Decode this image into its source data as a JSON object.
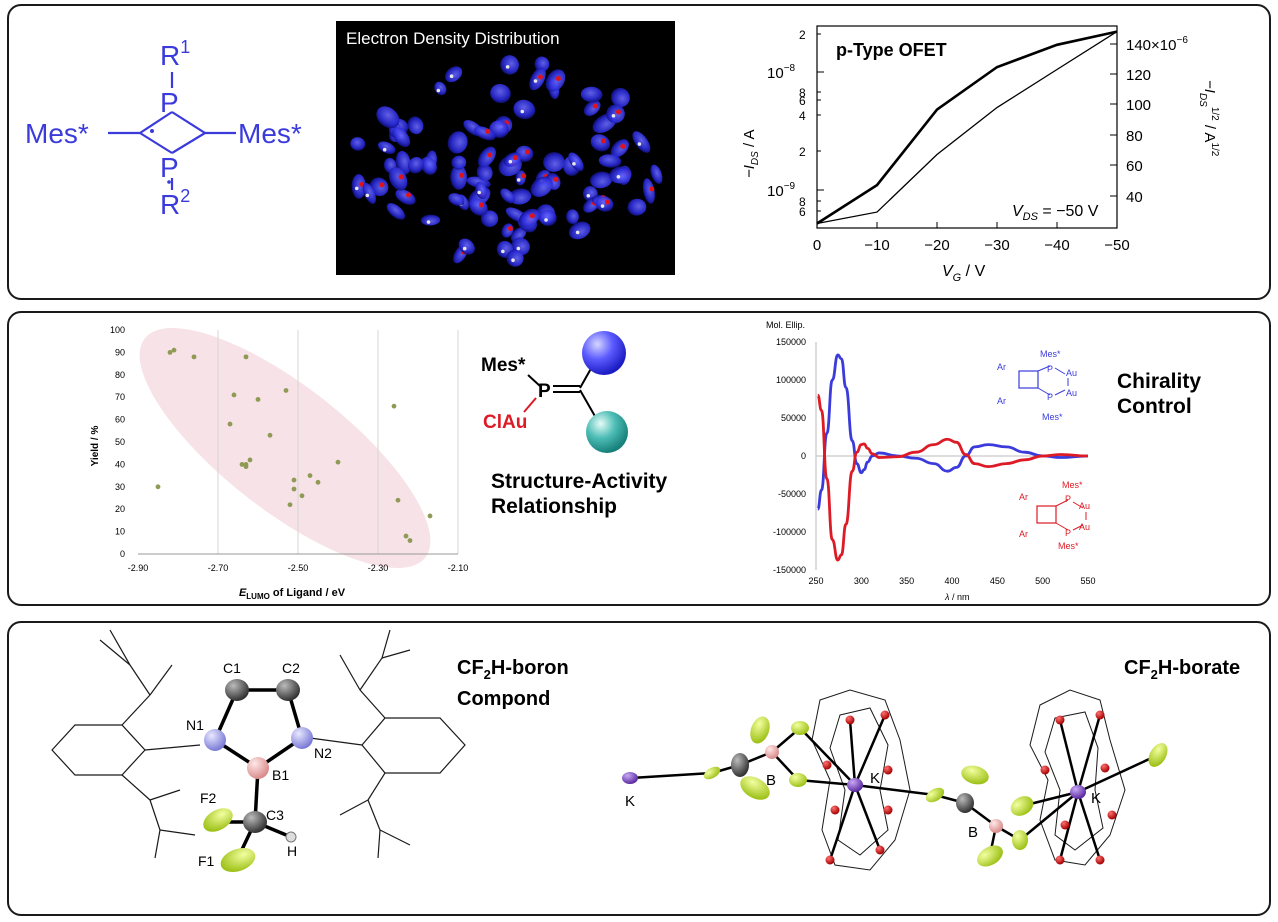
{
  "panel1": {
    "phosphorus": {
      "R1": "R",
      "R1sup": "1",
      "R2": "R",
      "R2sup": "2",
      "P": "P",
      "mes_left": "Mes*",
      "mes_right": "Mes*"
    },
    "edd_title": "Electron Density Distribution",
    "ofet": {
      "title": "p-Type OFET",
      "vds_label": "V",
      "vds_sub": "DS",
      "vds_value": " = −50 V",
      "x_ticks": [
        "0",
        "−10",
        "−20",
        "−30",
        "−40",
        "−50"
      ],
      "xlabel_main": "V",
      "xlabel_sub": "G",
      "xlabel_unit": " / V",
      "y_left_major": [
        "10",
        "10"
      ],
      "y_left_exps": [
        "−8",
        "−9"
      ],
      "y_left_minor": [
        "2",
        "8",
        "6",
        "4",
        "2",
        "8",
        "6"
      ],
      "y_left_label_pre": "−I",
      "y_left_label_sub": "DS",
      "y_left_label_unit": " / A",
      "y_right_ticks": [
        "140×10",
        "120",
        "100",
        "80",
        "60",
        "40"
      ],
      "y_right_exp": "−6",
      "y_right_label": "−I",
      "y_right_sub": "DS",
      "y_right_sup": "1/2",
      "y_right_unit": " / A",
      "y_right_unit_sup": "1/2"
    }
  },
  "chart_data": [
    {
      "type": "line",
      "title": "p-Type OFET",
      "xlabel": "VG / V",
      "ylabel": "−IDS / A",
      "y2label": "−IDS^1/2 / A^1/2",
      "xlim": [
        0,
        -50
      ],
      "series": [
        {
          "values_x": [
            0,
            -10,
            -20,
            -30,
            -40,
            -50
          ],
          "values_y": [
            5.2e-10,
            1.1e-09,
            4.8e-09,
            1.1e-08,
            1.7e-08,
            2.2e-08
          ]
        },
        {
          "values_x": [
            0,
            -10,
            -20,
            -30,
            -40,
            -50
          ],
          "values_y": [
            5.2e-10,
            6.5e-10,
            2e-09,
            5e-09,
            1.05e-08,
            2.2e-08
          ]
        }
      ]
    },
    {
      "type": "scatter",
      "xlabel": "ELUMO of Ligand / eV",
      "ylabel": "Yield / %",
      "xlim": [
        -2.9,
        -2.1
      ],
      "ylim": [
        0,
        100
      ],
      "x_ticks": [
        "-2.90",
        "-2.70",
        "-2.50",
        "-2.30",
        "-2.10"
      ],
      "y_ticks": [
        "100",
        "90",
        "80",
        "70",
        "60",
        "50",
        "40",
        "30",
        "20",
        "10",
        "0"
      ],
      "points": [
        [
          -2.82,
          90
        ],
        [
          -2.81,
          91
        ],
        [
          -2.76,
          88
        ],
        [
          -2.63,
          88
        ],
        [
          -2.85,
          30
        ],
        [
          -2.66,
          71
        ],
        [
          -2.6,
          69
        ],
        [
          -2.53,
          73
        ],
        [
          -2.67,
          58
        ],
        [
          -2.57,
          53
        ],
        [
          -2.64,
          40
        ],
        [
          -2.63,
          39
        ],
        [
          -2.62,
          42
        ],
        [
          -2.63,
          40
        ],
        [
          -2.51,
          33
        ],
        [
          -2.51,
          29
        ],
        [
          -2.49,
          26
        ],
        [
          -2.47,
          35
        ],
        [
          -2.45,
          32
        ],
        [
          -2.4,
          41
        ],
        [
          -2.52,
          22
        ],
        [
          -2.26,
          66
        ],
        [
          -2.25,
          24
        ],
        [
          -2.23,
          8
        ],
        [
          -2.22,
          6
        ],
        [
          -2.17,
          17
        ]
      ]
    },
    {
      "type": "line",
      "title": "Mol. Ellip.",
      "xlabel": "λ / nm",
      "xlim": [
        250,
        550
      ],
      "ylim": [
        -150000,
        150000
      ],
      "x_ticks": [
        "250",
        "300",
        "350",
        "400",
        "450",
        "500",
        "550"
      ],
      "y_ticks": [
        "150000",
        "100000",
        "50000",
        "0",
        "-50000",
        "-100000",
        "-150000"
      ],
      "series": [
        {
          "color": "#3b3bdc",
          "x": [
            252,
            256,
            262,
            268,
            274,
            278,
            283,
            290,
            295,
            300,
            303,
            307,
            312,
            320,
            340,
            360,
            380,
            395,
            405,
            415,
            425,
            440,
            460,
            480,
            500,
            520,
            550
          ],
          "y": [
            -70000,
            -45000,
            30000,
            100000,
            133000,
            128000,
            90000,
            20000,
            -10000,
            -22000,
            -18000,
            -8000,
            0,
            4000,
            0,
            -3000,
            -10000,
            -20000,
            -15000,
            0,
            12000,
            15000,
            12000,
            5000,
            0,
            -2000,
            0
          ]
        },
        {
          "color": "#dd1b26",
          "x": [
            252,
            256,
            262,
            268,
            274,
            278,
            283,
            290,
            295,
            300,
            303,
            307,
            312,
            320,
            340,
            360,
            380,
            395,
            405,
            415,
            425,
            440,
            460,
            480,
            500,
            520,
            550
          ],
          "y": [
            80000,
            60000,
            -30000,
            -110000,
            -137000,
            -130000,
            -90000,
            -20000,
            5000,
            15000,
            16000,
            10000,
            3000,
            -2000,
            -1000,
            5000,
            15000,
            22000,
            18000,
            2000,
            -10000,
            -14000,
            -10000,
            -5000,
            0,
            2000,
            0
          ]
        }
      ]
    }
  ],
  "panel2": {
    "sar_title_line1": "Structure-Activity",
    "sar_title_line2": "Relationship",
    "mes": "Mes*",
    "clau": "ClAu",
    "p": "P",
    "mol_ellip": "Mol. Ellip.",
    "lambda_label": "λ / nm",
    "chirality_line1": "Chirality",
    "chirality_line2": "Control",
    "yield_label": "Yield / %",
    "elumo_pre": "E",
    "elumo_sub": "LUMO",
    "elumo_post": " of Ligand / eV",
    "blue_mol": {
      "ar1": "Ar",
      "ar2": "Ar",
      "mes_top": "Mes*",
      "mes_bot": "Mes*",
      "p": "P",
      "au": "Au"
    },
    "red_mol": {
      "ar1": "Ar",
      "ar2": "Ar",
      "mes_top": "Mes*",
      "mes_bot": "Mes*",
      "p": "P",
      "au": "Au"
    }
  },
  "panel3": {
    "title1_line1_pre": "CF",
    "title1_sub": "2",
    "title1_line1_post": "H-boron",
    "title1_line2": "Compond",
    "title2_pre": "CF",
    "title2_sub": "2",
    "title2_post": "H-borate",
    "labels": {
      "c1": "C1",
      "c2": "C2",
      "n1": "N1",
      "n2": "N2",
      "b1": "B1",
      "c3": "C3",
      "f1": "F1",
      "f2": "F2",
      "h": "H",
      "k_left": "K",
      "b_left": "B",
      "k_mid": "K",
      "b_right": "B",
      "k_right": "K"
    }
  }
}
